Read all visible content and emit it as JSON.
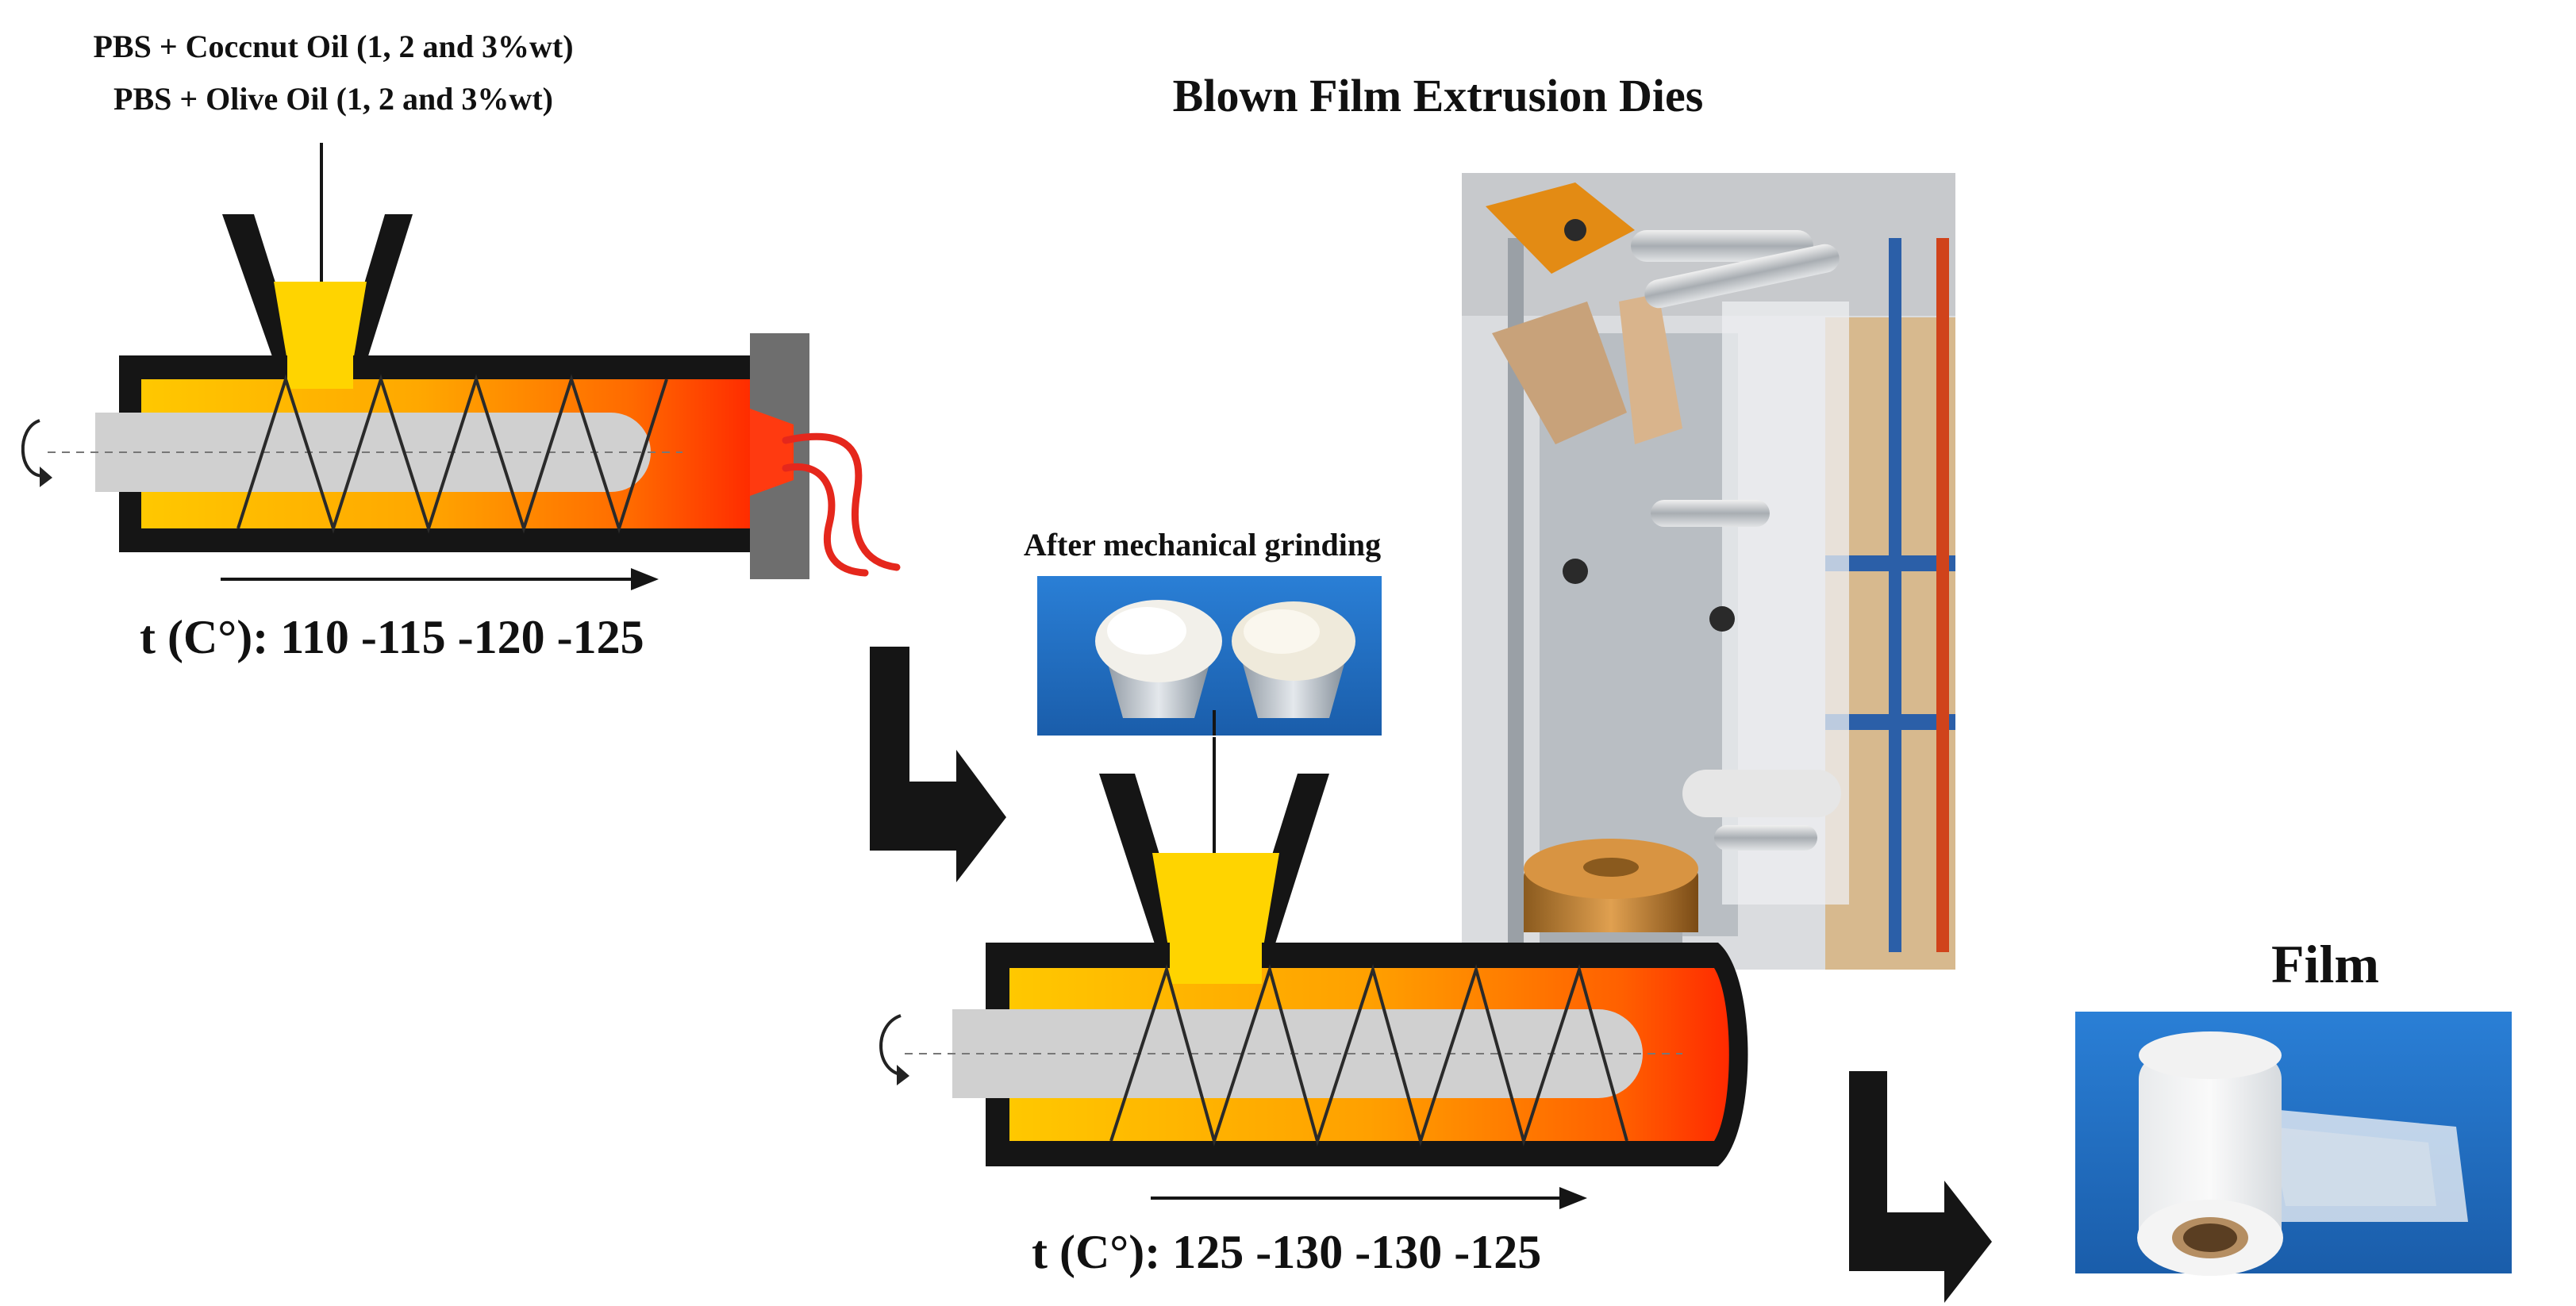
{
  "labels": {
    "feed_line_1": "PBS + Coccnut Oil (1, 2 and 3%wt)",
    "feed_line_2": "PBS + Olive Oil (1, 2 and 3%wt)",
    "temp_1": "t (C°): 110 -115 -120 -125",
    "grinding": "After mechanical grinding",
    "blown_title": "Blown Film Extrusion Dies",
    "temp_2": "t (C°): 125 -130 -130 -125",
    "film": "Film"
  },
  "colors": {
    "outline": "#151515",
    "hopper_fill": "#FFD400",
    "barrel_start": "#FFC800",
    "barrel_end": "#FF2A00",
    "screw_shaft": "#D0D0D0",
    "die_plate": "#6E6E6E",
    "wire": "#E5271C",
    "process_arrow": "#151515",
    "photo_bg_blue": "#1F6FC4"
  },
  "icons": {
    "rotation": "rotation-arrow-icon",
    "process_arrow": "l-shaped-arrow-icon"
  }
}
